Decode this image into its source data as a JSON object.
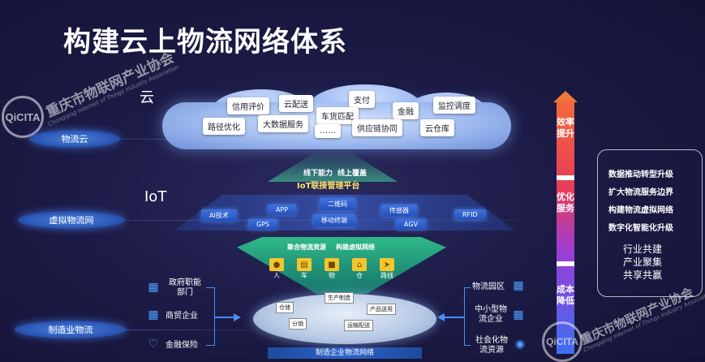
{
  "title": "构建云上物流网络体系",
  "watermark": {
    "logo": "QiCITA",
    "name": "重庆市物联网产业协会",
    "name_en": "Chongqing Internet of Things Industry Association"
  },
  "left_labels": {
    "cloud": "云",
    "iot": "IoT"
  },
  "layers": [
    "物流云",
    "虚拟物流网",
    "制造业物流"
  ],
  "cloud_tags": [
    "信用评价",
    "云配送",
    "支付",
    "车货匹配",
    "金融",
    "监控调度",
    "路径优化",
    "大数据服务",
    "……",
    "供应链协同",
    "云仓库"
  ],
  "iot": {
    "left": "线下能力",
    "right": "线上覆盖",
    "platform": "IoT联接管理平台"
  },
  "tiles": [
    "二维码",
    "AI技术",
    "APP",
    "传感器",
    "RFID",
    "GPS",
    "移动终端",
    "AGV"
  ],
  "platform": {
    "left": "聚合物流资源",
    "right": "构建虚拟网络",
    "icons": [
      "人",
      "车",
      "物",
      "仓",
      "路线"
    ]
  },
  "disc_tags": [
    "生产制造",
    "仓储",
    "产品送用",
    "分销",
    "运输配送"
  ],
  "bottom_text": "制造企业物流网络",
  "left_rows": [
    "政府职能部门",
    "商贸企业",
    "金融保险"
  ],
  "right_rows": [
    "物流园区",
    "中小型物流企业",
    "社会化物流资源"
  ],
  "arrow_texts": [
    "效率提升",
    "优化服务",
    "成本降低"
  ],
  "benefits_bold": [
    "数据推动转型升级",
    "扩大物流服务边界",
    "构建物流虚拟网络",
    "数字化智能化升级"
  ],
  "benefits": [
    "行业共建",
    "产业聚集",
    "共享共赢"
  ],
  "colors": {
    "background": "#1c1b46",
    "accent": "#2fb88a",
    "arrow_top": "#f26a3a",
    "arrow_bottom": "#3d6ef0"
  }
}
